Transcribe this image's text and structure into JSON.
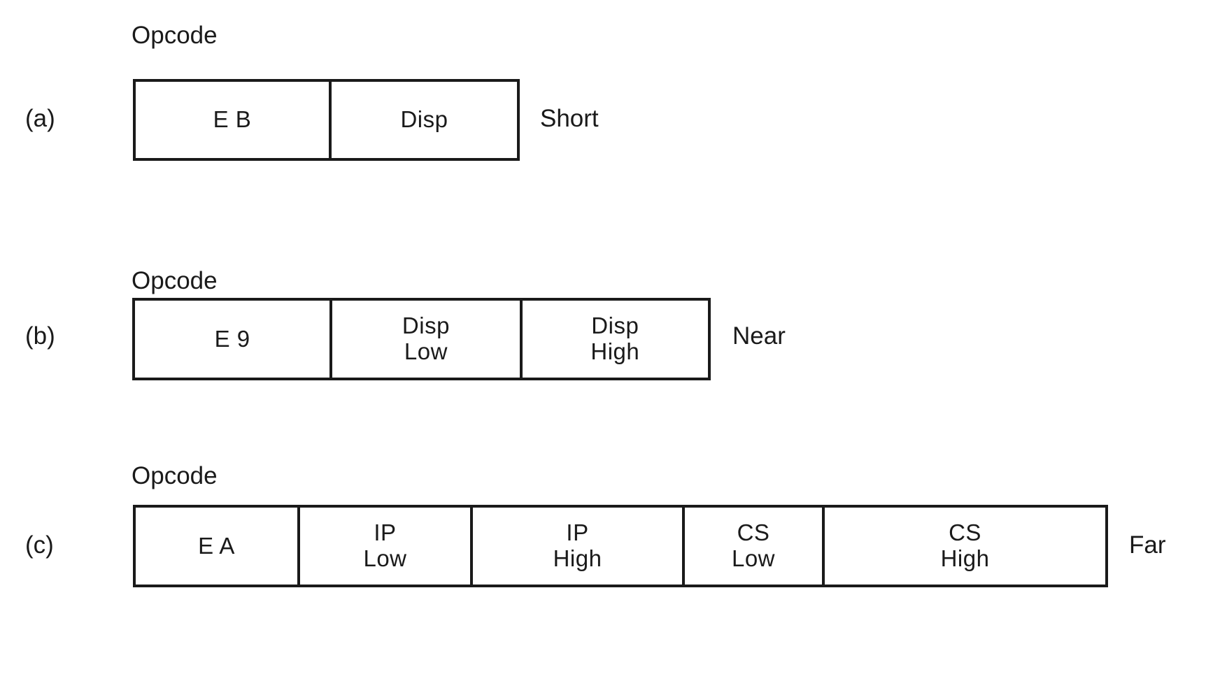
{
  "figure": {
    "type": "instruction-format-diagram",
    "background_color": "#ffffff",
    "line_color": "#1a1a1a",
    "text_color": "#1a1a1a",
    "rows": [
      {
        "letter": "(a)",
        "opcode_label": "Opcode",
        "mode_label": "Short",
        "cells": [
          {
            "text": "E  B"
          },
          {
            "text": "Disp"
          }
        ]
      },
      {
        "letter": "(b)",
        "opcode_label": "Opcode",
        "mode_label": "Near",
        "cells": [
          {
            "text": "E  9"
          },
          {
            "text": "Disp\nLow"
          },
          {
            "text": "Disp\nHigh"
          }
        ]
      },
      {
        "letter": "(c)",
        "opcode_label": "Opcode",
        "mode_label": "Far",
        "cells": [
          {
            "text": "E  A"
          },
          {
            "text": "IP\nLow"
          },
          {
            "text": "IP\nHigh"
          },
          {
            "text": "CS\nLow"
          },
          {
            "text": "CS\nHigh"
          }
        ]
      }
    ]
  }
}
